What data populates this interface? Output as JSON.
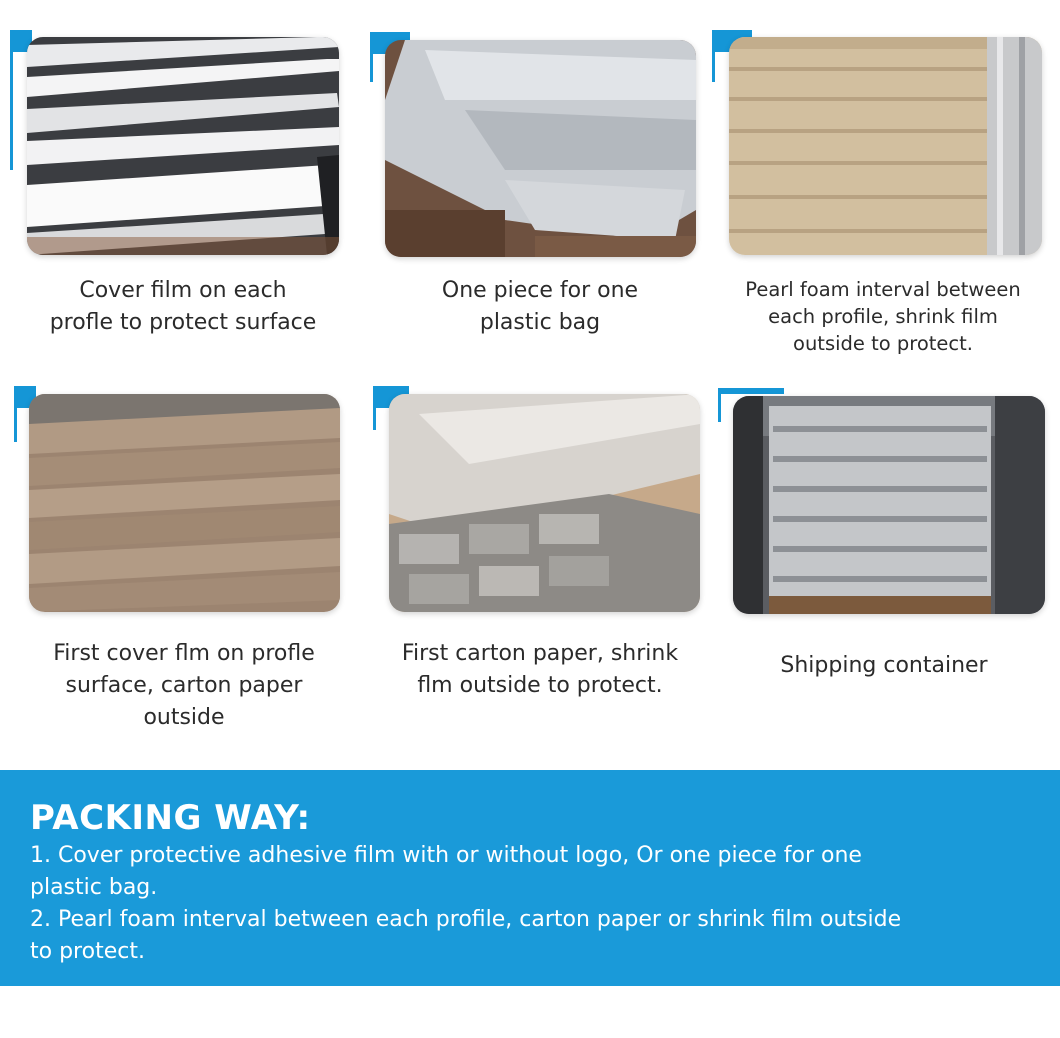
{
  "items": [
    {
      "caption": "Cover film on each\nprofle to protect surface",
      "image": "white-profiles-photo"
    },
    {
      "caption": "One piece for one\nplastic bag",
      "image": "bagged-profiles-photo"
    },
    {
      "caption": "Pearl foam interval between\neach profile, shrink film\noutside to protect.",
      "image": "wrapped-bundle-photo"
    },
    {
      "caption": "First cover flm on profle\nsurface, carton paper\noutside",
      "image": "carton-paper-photo"
    },
    {
      "caption": "First carton paper, shrink\nflm outside to protect.",
      "image": "shrink-film-photo"
    },
    {
      "caption": "Shipping container",
      "image": "shipping-container-photo"
    }
  ],
  "packing": {
    "title": "PACKING WAY:",
    "line1": "1. Cover protective adhesive film with or without logo, Or one piece for one",
    "line1b": "plastic bag.",
    "line2": "2. Pearl foam interval between each profile, carton paper or shrink film outside",
    "line2b": "to protect."
  },
  "colors": {
    "accent": "#1596d6",
    "banner": "#1a9ad9"
  }
}
